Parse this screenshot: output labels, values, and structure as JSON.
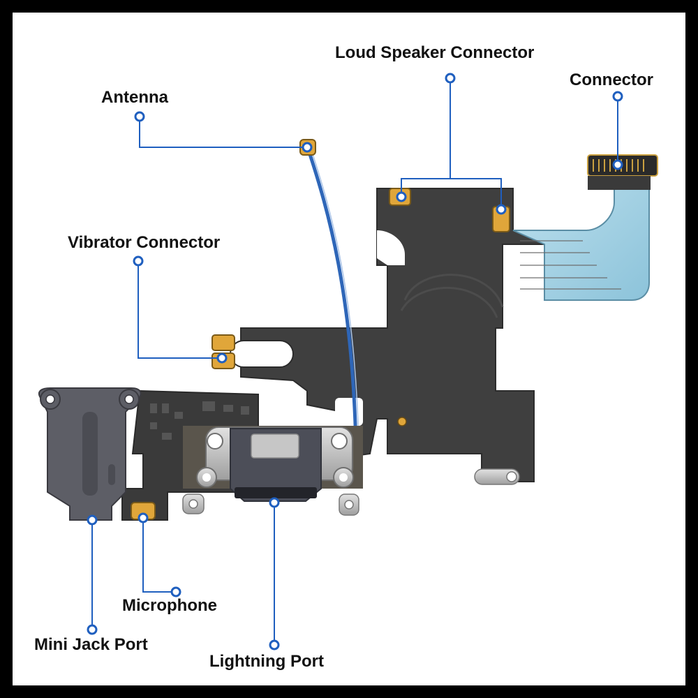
{
  "labels": {
    "loud_speaker_connector": "Loud Speaker Connector",
    "connector": "Connector",
    "antenna": "Antenna",
    "vibrator_connector": "Vibrator Connector",
    "microphone": "Microphone",
    "mini_jack_port": "Mini Jack Port",
    "lightning_port": "Lightning Port"
  },
  "colors": {
    "background": "#ffffff",
    "frame": "#000000",
    "leader_line": "#1f5fbf",
    "flex_cable": "#3d3d3d",
    "gold_pad": "#e0a63a",
    "ribbon_light": "#a9d3e6",
    "metal": "#c9c9c9"
  }
}
